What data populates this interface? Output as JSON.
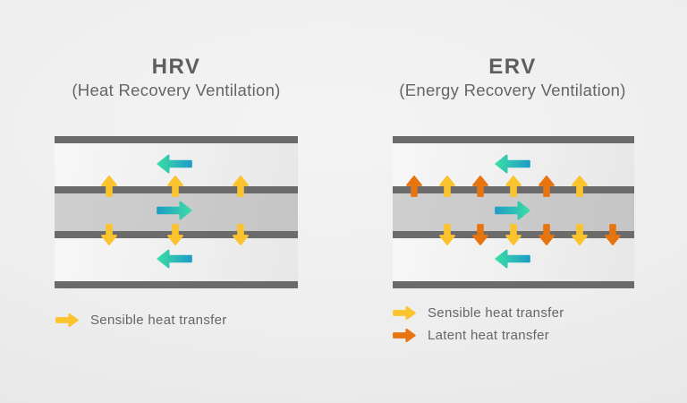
{
  "colors": {
    "sensible": "#fbc32d",
    "latent": "#e7740e",
    "flow_head_green": "#3cdca6",
    "flow_tail_blue": "#1e9dc6",
    "plate_gray": "#6b6b6b",
    "title_text": "#5e5e5e",
    "body_text": "#666666"
  },
  "panels": [
    {
      "id": "hrv",
      "title": "HRV",
      "subtitle": "(Heat Recovery Ventilation)",
      "exchanger": {
        "flow_arrows": [
          {
            "channel": "top",
            "direction": "left"
          },
          {
            "channel": "middle",
            "direction": "right"
          },
          {
            "channel": "bottom",
            "direction": "left"
          }
        ],
        "up_arrows": [
          "sensible",
          "sensible",
          "sensible"
        ],
        "down_arrows": [
          "sensible",
          "sensible",
          "sensible"
        ]
      },
      "legend": [
        {
          "type": "sensible",
          "label": "Sensible heat transfer"
        }
      ]
    },
    {
      "id": "erv",
      "title": "ERV",
      "subtitle": "(Energy Recovery Ventilation)",
      "exchanger": {
        "flow_arrows": [
          {
            "channel": "top",
            "direction": "left"
          },
          {
            "channel": "middle",
            "direction": "right"
          },
          {
            "channel": "bottom",
            "direction": "left"
          }
        ],
        "up_arrows": [
          "latent",
          "sensible",
          "latent",
          "sensible",
          "latent",
          "sensible"
        ],
        "down_arrows": [
          "sensible",
          "latent",
          "sensible",
          "latent",
          "sensible",
          "latent"
        ]
      },
      "legend": [
        {
          "type": "sensible",
          "label": "Sensible heat transfer"
        },
        {
          "type": "latent",
          "label": "Latent heat transfer"
        }
      ]
    }
  ]
}
